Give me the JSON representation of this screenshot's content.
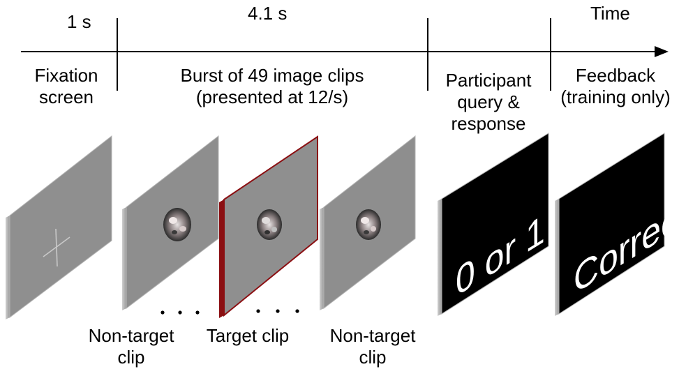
{
  "timeline": {
    "axis_label": "Time",
    "durations": {
      "fixation": "1 s",
      "burst": "4.1 s"
    },
    "phases": {
      "fixation": [
        "Fixation",
        "screen"
      ],
      "burst": [
        "Burst of 49 image clips",
        "(presented at 12/s)"
      ],
      "query": [
        "Participant",
        "query &",
        "response"
      ],
      "feedback": [
        "Feedback",
        "(training only)"
      ]
    }
  },
  "screens": {
    "query_text": "0 or 1 ?",
    "feedback_text": "Correct"
  },
  "clip_labels": {
    "non_target_left": [
      "Non-target",
      "clip"
    ],
    "target": "Target clip",
    "non_target_right": [
      "Non-target",
      "clip"
    ]
  },
  "colors": {
    "panel_gray": "#8f8f8f",
    "panel_edge": "#b8b8b8",
    "target_border": "#8b0f12",
    "dark_screen": "#000000",
    "axis": "#000000"
  }
}
